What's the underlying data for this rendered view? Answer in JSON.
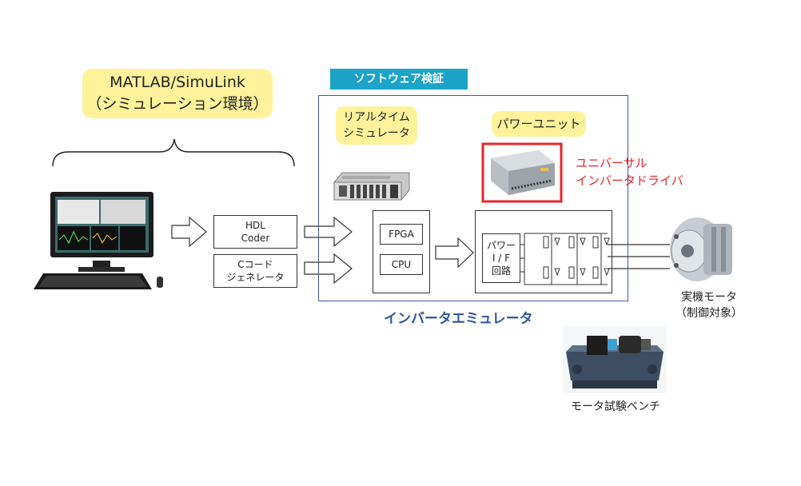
{
  "matlab": {
    "line1": "MATLAB/SimuLink",
    "line2": "（シミュレーション環境）"
  },
  "software_verification": "ソフトウェア検証",
  "realtime_sim": {
    "line1": "リアルタイム",
    "line2": "シミュレータ"
  },
  "power_unit": "パワーユニット",
  "universal_driver": {
    "line1": "ユニバーサル",
    "line2": "インバータドライバ"
  },
  "hdl_coder": {
    "line1": "HDL",
    "line2": "Coder"
  },
  "c_code_gen": {
    "line1": "Cコード",
    "line2": "ジェネレータ"
  },
  "fpga": "FPGA",
  "cpu": "CPU",
  "power_if": {
    "line1": "パワー",
    "line2": "I / F",
    "line3": "回路"
  },
  "inverter_emulator": "インバータエミュレータ",
  "motor": {
    "line1": "実機モータ",
    "line2": "（制御対象）"
  },
  "bench": "モータ試験ベンチ",
  "colors": {
    "accent_blue": "#1ba3c9",
    "box_blue": "#3b5aa5",
    "label_yellow": "#fff29a",
    "red": "#e8262a",
    "emu_text": "#2f54a3"
  }
}
